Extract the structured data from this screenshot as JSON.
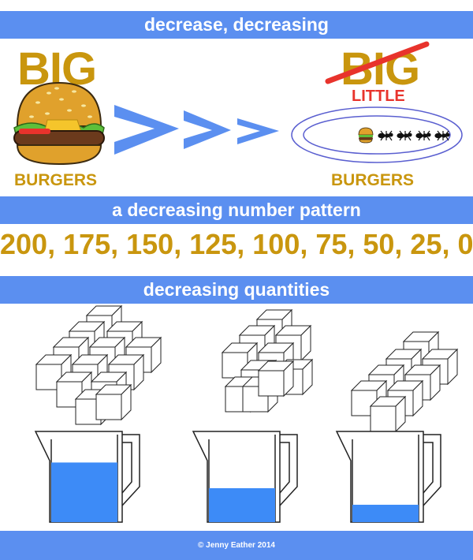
{
  "title_banner": "decrease, decreasing",
  "burgers": {
    "left_size_label": "BIG",
    "left_noun": "BURGERS",
    "right_crossed_label": "BIG",
    "right_size_label": "LITTLE",
    "right_noun": "BURGERS"
  },
  "pattern_banner": "a decreasing number pattern",
  "number_pattern": "200, 175, 150, 125, 100, 75, 50, 25, 0",
  "quantities_banner": "decreasing quantities",
  "jugs": [
    {
      "fill_fraction": 0.72
    },
    {
      "fill_fraction": 0.41
    },
    {
      "fill_fraction": 0.21
    }
  ],
  "cube_groups": [
    {
      "count": 13
    },
    {
      "count": 10
    },
    {
      "count": 8
    }
  ],
  "colors": {
    "banner": "#5b8ff0",
    "label_gold": "#c9960e",
    "little_red": "#e8332c",
    "water": "#3d8bf7",
    "arrows": "#5b8ff0"
  },
  "footer": "© Jenny Eather 2014"
}
